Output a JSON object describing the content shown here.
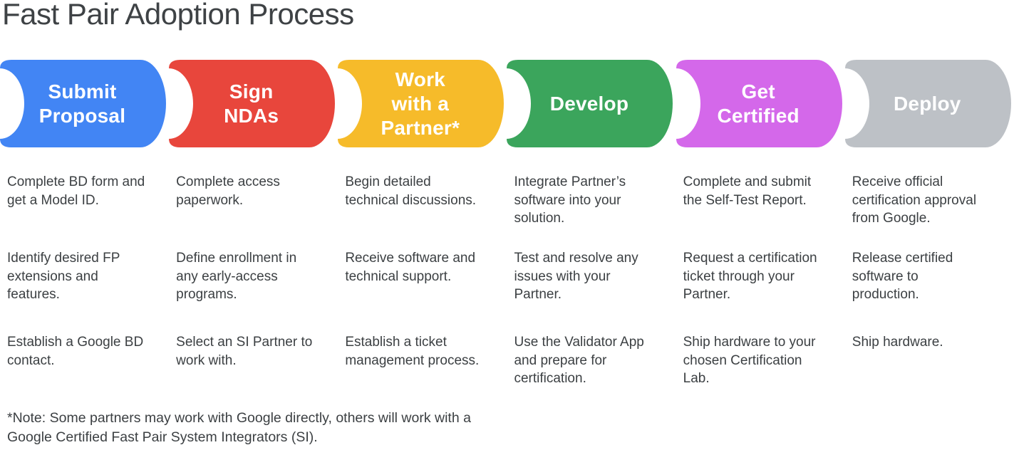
{
  "title": "Fast Pair Adoption Process",
  "note": "*Note: Some partners may work with Google directly, others will work with a\nGoogle Certified Fast Pair System Integrators (SI).",
  "stages": [
    {
      "label": "Submit\nProposal",
      "color": "#4285F4",
      "items": [
        "Complete BD form and\nget a Model ID.",
        "Identify desired FP\nextensions and\nfeatures.",
        "Establish a Google BD\ncontact."
      ]
    },
    {
      "label": "Sign\nNDAs",
      "color": "#E8463C",
      "items": [
        "Complete access\npaperwork.",
        "Define enrollment in\nany early-access\nprograms.",
        "Select an SI Partner to\nwork with."
      ]
    },
    {
      "label": "Work\nwith a\nPartner*",
      "color": "#F6BB2A",
      "items": [
        "Begin detailed\ntechnical discussions.",
        "Receive software and\ntechnical support.",
        "Establish a ticket\nmanagement process."
      ]
    },
    {
      "label": "Develop",
      "color": "#3BA55C",
      "items": [
        "Integrate Partner’s\nsoftware into your\nsolution.",
        "Test and resolve any\nissues with your\nPartner.",
        "Use the Validator App\nand prepare for\ncertification."
      ]
    },
    {
      "label": "Get\nCertified",
      "color": "#D468EA",
      "items": [
        "Complete and submit\nthe Self-Test Report.",
        "Request a certification\nticket through your\nPartner.",
        "Ship hardware to your\nchosen Certification\nLab."
      ]
    },
    {
      "label": "Deploy",
      "color": "#BDC1C6",
      "items": [
        "Receive official\ncertification approval\nfrom Google.",
        "Release certified\nsoftware to\nproduction.",
        "Ship hardware."
      ]
    }
  ]
}
